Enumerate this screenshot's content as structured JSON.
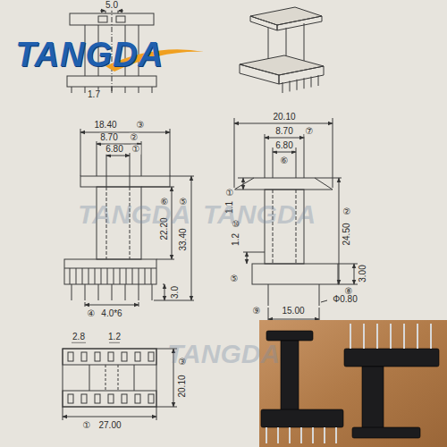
{
  "diagram": {
    "labels": [
      "5.0",
      "1.7",
      "TANGDA",
      "18.40",
      "③",
      "8.70",
      "②",
      "6.80",
      "①",
      "⑥",
      "22.20",
      "⑤",
      "33.40",
      "④",
      "4.0*6",
      "3.0",
      "20.10",
      "8.70",
      "⑦",
      "6.80",
      "⑥",
      "1.1",
      "①",
      "24.50",
      "②",
      "1.2",
      "⑩",
      "3.00",
      "⑤",
      "⑧",
      "⑨",
      "15.00",
      "Φ0.80",
      "2.8",
      "1.2",
      "20.10",
      "③",
      "①",
      "27.00",
      "TANGDA",
      "TANGDA",
      "TANGDA"
    ]
  }
}
